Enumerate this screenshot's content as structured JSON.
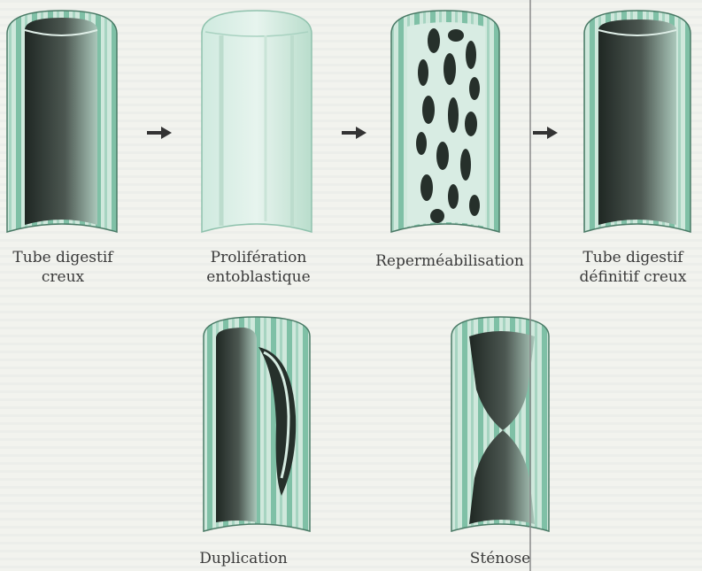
{
  "diagram": {
    "stages": [
      {
        "id": "tube-creux",
        "label": [
          "Tube digestif",
          "creux"
        ]
      },
      {
        "id": "proliferation",
        "label": [
          "Prolifération",
          "entoblastique"
        ]
      },
      {
        "id": "repermeabilisation",
        "label": [
          "Reperméabilisation"
        ]
      },
      {
        "id": "tube-definitif",
        "label": [
          "Tube digestif",
          "définitif creux"
        ]
      }
    ],
    "anomalies": [
      {
        "id": "duplication",
        "label": [
          "Duplication"
        ]
      },
      {
        "id": "stenose",
        "label": [
          "Sténose"
        ]
      }
    ]
  },
  "colors": {
    "tube_green": "#5fae93",
    "tube_light": "#bfe0d2",
    "tube_dark": "#2f3a34",
    "arrow": "#333333"
  },
  "icons": [
    "arrow-right-icon"
  ]
}
